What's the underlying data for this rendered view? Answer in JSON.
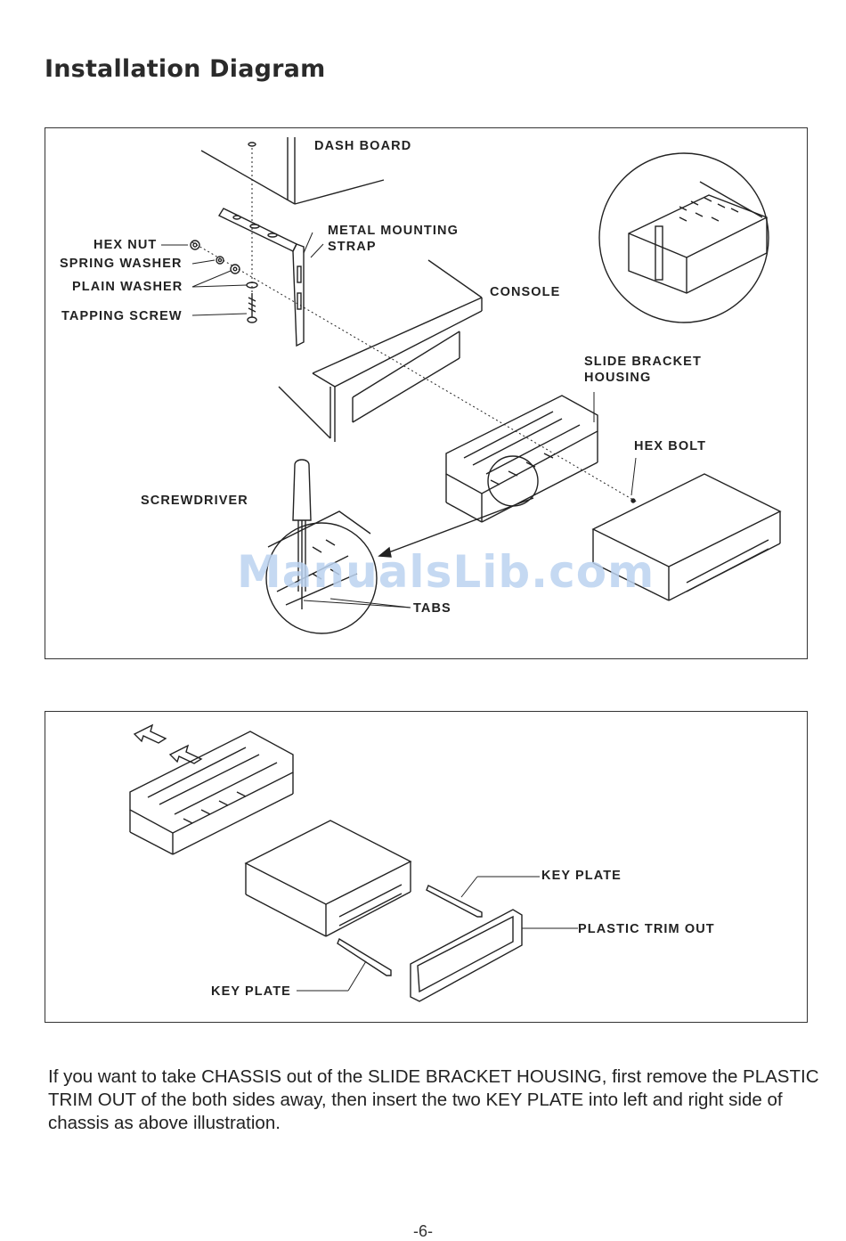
{
  "title": "Installation Diagram",
  "top_diagram": {
    "labels": {
      "dash_board": "DASH BOARD",
      "metal_mounting_strap_1": "METAL MOUNTING",
      "metal_mounting_strap_2": "STRAP",
      "hex_nut": "HEX NUT",
      "spring_washer": "SPRING WASHER",
      "plain_washer": "PLAIN WASHER",
      "tapping_screw": "TAPPING SCREW",
      "console": "CONSOLE",
      "slide_bracket_housing_1": "SLIDE BRACKET",
      "slide_bracket_housing_2": "HOUSING",
      "hex_bolt": "HEX BOLT",
      "screwdriver": "SCREWDRIVER",
      "tabs": "TABS"
    }
  },
  "watermark": "ManualsLib.com",
  "bottom_diagram": {
    "labels": {
      "key_plate_top": "KEY PLATE",
      "plastic_trim_out": "PLASTIC TRIM OUT",
      "key_plate_bottom": "KEY PLATE"
    }
  },
  "body_text": "If you want to take CHASSIS out of the SLIDE BRACKET HOUSING, first remove the PLASTIC TRIM OUT of the both sides away, then insert the two KEY PLATE into left and right side of chassis as above illustration.",
  "page_number": "-6-"
}
